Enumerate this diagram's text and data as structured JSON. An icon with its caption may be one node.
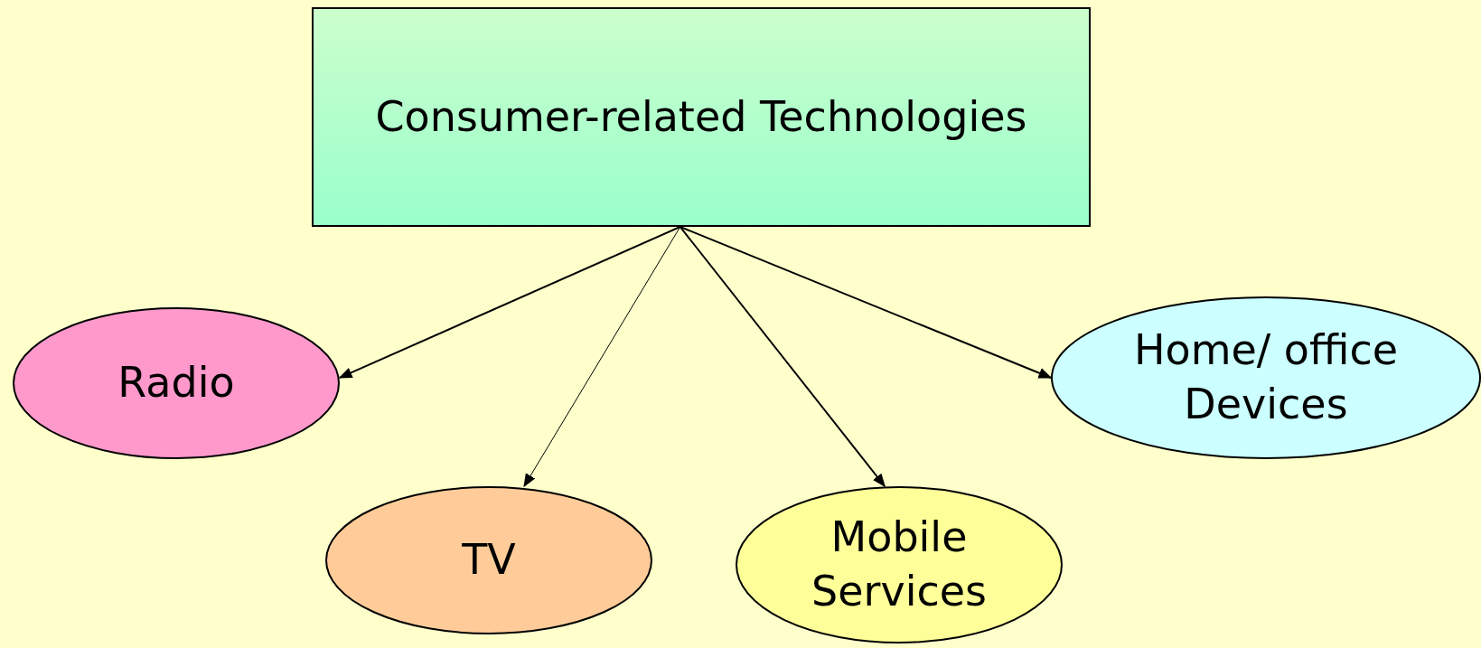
{
  "diagram": {
    "nodes": [
      {
        "text": [
          "Consumer-related Technologies"
        ]
      },
      {
        "text": [
          "Radio"
        ]
      },
      {
        "text": [
          "TV"
        ]
      },
      {
        "text": [
          "Mobile Services"
        ]
      },
      {
        "text": [
          "Home/ office Devices"
        ]
      }
    ],
    "edges": [
      {
        "from": 0,
        "to": 1,
        "arrow": "to"
      },
      {
        "from": 0,
        "to": 2,
        "arrow": "to"
      },
      {
        "from": 0,
        "to": 3,
        "arrow": "to"
      },
      {
        "from": 0,
        "to": 4,
        "arrow": "to"
      }
    ]
  }
}
